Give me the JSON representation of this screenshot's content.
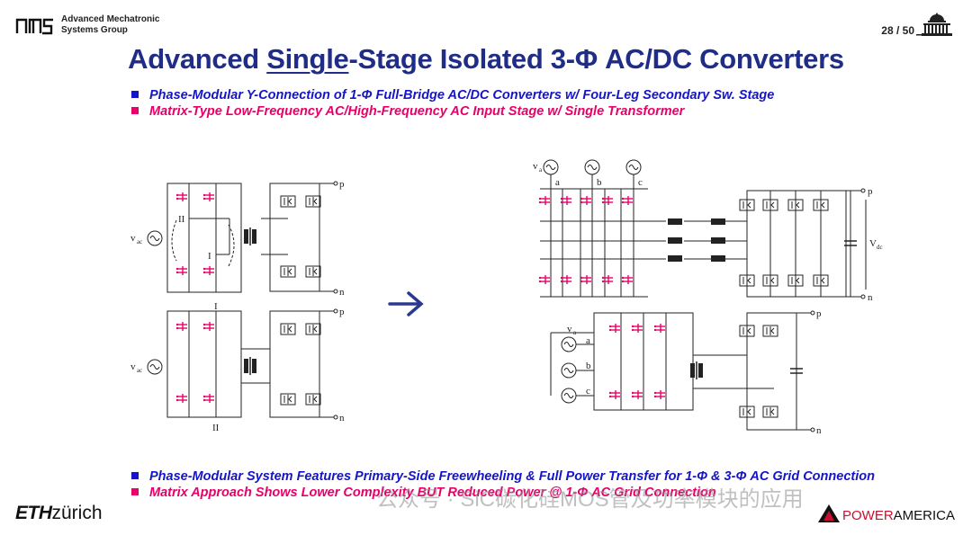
{
  "header": {
    "logo_line1": "Advanced Mechatronic",
    "logo_line2": "Systems Group",
    "page_number": "28 / 50"
  },
  "title": {
    "part1": "Advanced ",
    "part2": "Single",
    "part3": "-Stage Isolated 3-Φ AC/DC Converters"
  },
  "bullets_top": [
    {
      "text": "Phase-Modular Y-Connection of 1-Φ Full-Bridge AC/DC Converters w/ Four-Leg Secondary Sw. Stage",
      "color": "#1515c8"
    },
    {
      "text": "Matrix-Type Low-Frequency AC/High-Frequency AC Input Stage w/ Single Transformer",
      "color": "#e8006a"
    }
  ],
  "bullets_bottom": [
    {
      "text": "Phase-Modular System Features Primary-Side Freewheeling & Full Power Transfer for 1-Φ & 3-Φ AC Grid Connection",
      "color": "#1515c8"
    },
    {
      "text": "Matrix Approach Shows Lower Complexity BUT Reduced Power @ 1-Φ AC Grid Connection",
      "color": "#e8006a"
    }
  ],
  "diagram_labels": {
    "vac": "v",
    "vac_sub": "ac",
    "I": "I",
    "II": "II",
    "p": "p",
    "n": "n",
    "va": "v",
    "va_sub": "a",
    "a": "a",
    "b": "b",
    "c": "c",
    "vdc": "V",
    "vdc_sub": "dc"
  },
  "footer": {
    "eth_bold": "ETH",
    "eth_rest": "zürich",
    "pa_power": "POWER",
    "pa_america": "AMERICA",
    "watermark": "公众号 · SiC碳化硅MOS管及功率模块的应用"
  },
  "colors": {
    "title": "#1f2d86",
    "accent_blue": "#1515c8",
    "accent_pink": "#e8006a",
    "arrow": "#2b3990",
    "switch_pink": "#e8006a"
  }
}
